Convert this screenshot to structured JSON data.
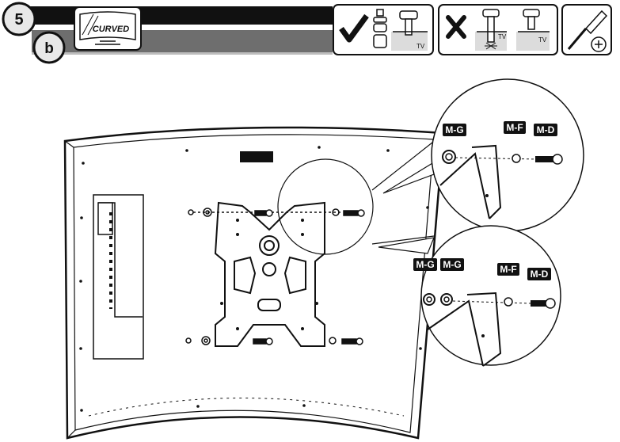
{
  "header": {
    "step_number": "5",
    "sub_step": "b",
    "tv_type_label": "CURVED"
  },
  "icons": {
    "correct_icon": "checkmark-icon",
    "incorrect_icon": "cross-icon",
    "tool_icon": "phillips-screwdriver-icon"
  },
  "header_labels": {
    "tv_correct": "TV",
    "tv_wrong_1": "TV",
    "tv_wrong_2": "TV"
  },
  "callouts": {
    "top": {
      "washer_left": "M-G",
      "washer_right": "M-F",
      "screw": "M-D"
    },
    "bottom": {
      "washer_left_1": "M-G",
      "washer_left_2": "M-G",
      "washer_right": "M-F",
      "screw": "M-D"
    }
  },
  "colors": {
    "ink": "#1a1a1a",
    "header_gray": "#6e6e6e",
    "header_dark": "#111111"
  }
}
